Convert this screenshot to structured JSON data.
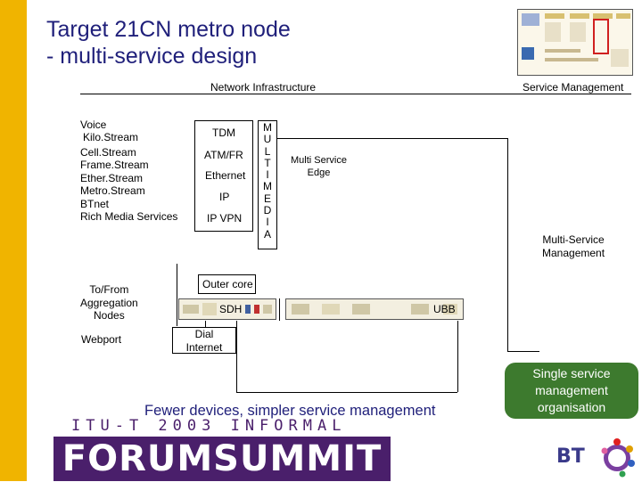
{
  "title": "Target 21CN metro node\n- multi-service design",
  "headers": {
    "network_infrastructure": "Network Infrastructure",
    "service_management": "Service Management"
  },
  "services": [
    "Voice",
    "Kilo.Stream",
    "Cell.Stream",
    "Frame.Stream",
    "Ether.Stream",
    "Metro.Stream",
    "BTnet",
    "Rich Media Services"
  ],
  "transport": {
    "tdm": "TDM",
    "atm_fr": "ATM/FR",
    "ethernet": "Ethernet",
    "ip": "IP",
    "ip_vpn": "IP VPN"
  },
  "multimedia": "M\nU\nL\nT\nI\nM\nE\nD\nI\nA",
  "multi_service_edge": "Multi Service\nEdge",
  "multi_service_management": "Multi-Service\nManagement",
  "to_from_aggregation": "To/From\nAggregation\nNodes",
  "webport": "Webport",
  "outer_core": "Outer core",
  "sdh": "SDH",
  "ubb": "UBB",
  "dial_internet": "Dial\nInternet",
  "fewer_devices": "Fewer devices, simpler service management",
  "single_service": "Single service\nmanagement\norganisation",
  "logo": {
    "top_line": "ITU-T 2003 INFORMAL",
    "main": "FORUMSUMMIT",
    "bt": "BT"
  },
  "colors": {
    "sidebar": "#f0b400",
    "title": "#1f1f7a",
    "green_box": "#3d7a2e",
    "logo_purple": "#4a1f6b",
    "logo_orange": "#e09000"
  }
}
